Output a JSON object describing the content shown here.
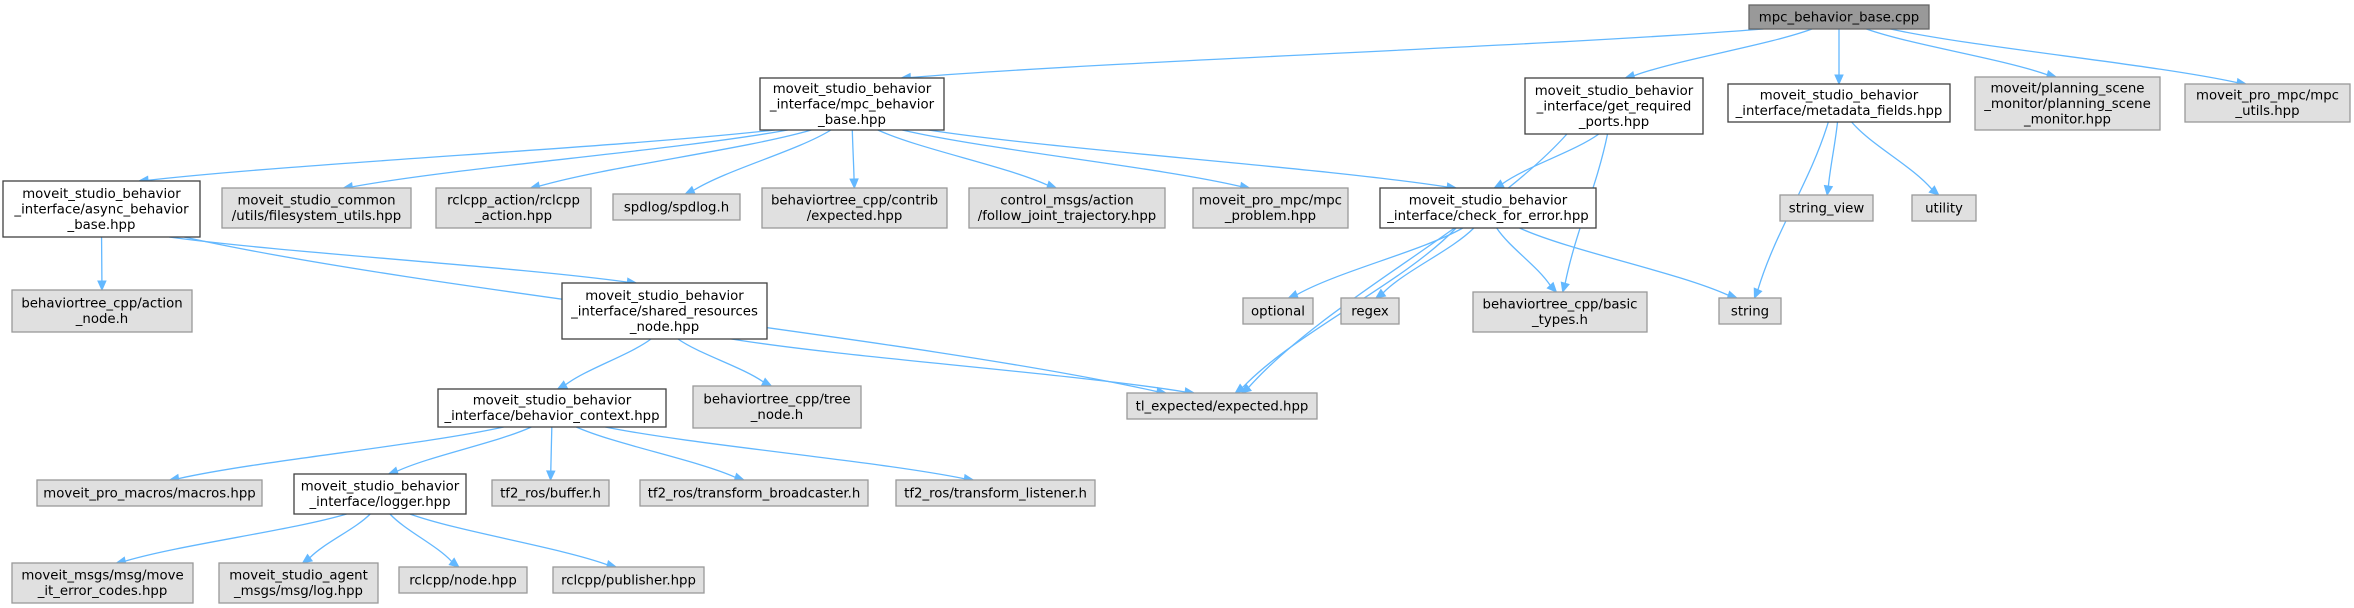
{
  "graph": {
    "colors": {
      "edge": "#63b8ff",
      "root_fill": "#999999",
      "internal_fill": "#ffffff",
      "external_fill": "#e0e0e0"
    },
    "nodes": [
      {
        "id": "root",
        "kind": "root",
        "lines": [
          "mpc_behavior_base.cpp"
        ]
      },
      {
        "id": "mpc_base_hpp",
        "kind": "int",
        "lines": [
          "moveit_studio_behavior",
          "_interface/mpc_behavior",
          "_base.hpp"
        ]
      },
      {
        "id": "get_required",
        "kind": "int",
        "lines": [
          "moveit_studio_behavior",
          "_interface/get_required",
          "_ports.hpp"
        ]
      },
      {
        "id": "metadata",
        "kind": "int",
        "lines": [
          "moveit_studio_behavior",
          "_interface/metadata_fields.hpp"
        ]
      },
      {
        "id": "planning_scene",
        "kind": "ext",
        "lines": [
          "moveit/planning_scene",
          "_monitor/planning_scene",
          "_monitor.hpp"
        ]
      },
      {
        "id": "mpc_utils",
        "kind": "ext",
        "lines": [
          "moveit_pro_mpc/mpc",
          "_utils.hpp"
        ]
      },
      {
        "id": "async",
        "kind": "int",
        "lines": [
          "moveit_studio_behavior",
          "_interface/async_behavior",
          "_base.hpp"
        ]
      },
      {
        "id": "filesystem",
        "kind": "ext",
        "lines": [
          "moveit_studio_common",
          "/utils/filesystem_utils.hpp"
        ]
      },
      {
        "id": "rclcpp_action",
        "kind": "ext",
        "lines": [
          "rclcpp_action/rclcpp",
          "_action.hpp"
        ]
      },
      {
        "id": "spdlog",
        "kind": "ext",
        "lines": [
          "spdlog/spdlog.h"
        ]
      },
      {
        "id": "bt_expected",
        "kind": "ext",
        "lines": [
          "behaviortree_cpp/contrib",
          "/expected.hpp"
        ]
      },
      {
        "id": "control_msgs",
        "kind": "ext",
        "lines": [
          "control_msgs/action",
          "/follow_joint_trajectory.hpp"
        ]
      },
      {
        "id": "mpc_problem",
        "kind": "ext",
        "lines": [
          "moveit_pro_mpc/mpc",
          "_problem.hpp"
        ]
      },
      {
        "id": "check_error",
        "kind": "int",
        "lines": [
          "moveit_studio_behavior",
          "_interface/check_for_error.hpp"
        ]
      },
      {
        "id": "string_view",
        "kind": "ext",
        "lines": [
          "string_view"
        ]
      },
      {
        "id": "utility",
        "kind": "ext",
        "lines": [
          "utility"
        ]
      },
      {
        "id": "action_node",
        "kind": "ext",
        "lines": [
          "behaviortree_cpp/action",
          "_node.h"
        ]
      },
      {
        "id": "shared_res",
        "kind": "int",
        "lines": [
          "moveit_studio_behavior",
          "_interface/shared_resources",
          "_node.hpp"
        ]
      },
      {
        "id": "optional",
        "kind": "ext",
        "lines": [
          "optional"
        ]
      },
      {
        "id": "regex",
        "kind": "ext",
        "lines": [
          "regex"
        ]
      },
      {
        "id": "basic_types",
        "kind": "ext",
        "lines": [
          "behaviortree_cpp/basic",
          "_types.h"
        ]
      },
      {
        "id": "string",
        "kind": "ext",
        "lines": [
          "string"
        ]
      },
      {
        "id": "behavior_ctx",
        "kind": "int",
        "lines": [
          "moveit_studio_behavior",
          "_interface/behavior_context.hpp"
        ]
      },
      {
        "id": "tree_node",
        "kind": "ext",
        "lines": [
          "behaviortree_cpp/tree",
          "_node.h"
        ]
      },
      {
        "id": "tl_expected",
        "kind": "ext",
        "lines": [
          "tl_expected/expected.hpp"
        ]
      },
      {
        "id": "macros",
        "kind": "ext",
        "lines": [
          "moveit_pro_macros/macros.hpp"
        ]
      },
      {
        "id": "logger",
        "kind": "int",
        "lines": [
          "moveit_studio_behavior",
          "_interface/logger.hpp"
        ]
      },
      {
        "id": "tf2_buffer",
        "kind": "ext",
        "lines": [
          "tf2_ros/buffer.h"
        ]
      },
      {
        "id": "tf2_broadcaster",
        "kind": "ext",
        "lines": [
          "tf2_ros/transform_broadcaster.h"
        ]
      },
      {
        "id": "tf2_listener",
        "kind": "ext",
        "lines": [
          "tf2_ros/transform_listener.h"
        ]
      },
      {
        "id": "move_it_error",
        "kind": "ext",
        "lines": [
          "moveit_msgs/msg/move",
          "_it_error_codes.hpp"
        ]
      },
      {
        "id": "agent_log",
        "kind": "ext",
        "lines": [
          "moveit_studio_agent",
          "_msgs/msg/log.hpp"
        ]
      },
      {
        "id": "rclcpp_node",
        "kind": "ext",
        "lines": [
          "rclcpp/node.hpp"
        ]
      },
      {
        "id": "rclcpp_pub",
        "kind": "ext",
        "lines": [
          "rclcpp/publisher.hpp"
        ]
      }
    ],
    "edges": [
      [
        "root",
        "mpc_base_hpp"
      ],
      [
        "root",
        "get_required"
      ],
      [
        "root",
        "metadata"
      ],
      [
        "root",
        "planning_scene"
      ],
      [
        "root",
        "mpc_utils"
      ],
      [
        "mpc_base_hpp",
        "async"
      ],
      [
        "mpc_base_hpp",
        "filesystem"
      ],
      [
        "mpc_base_hpp",
        "rclcpp_action"
      ],
      [
        "mpc_base_hpp",
        "spdlog"
      ],
      [
        "mpc_base_hpp",
        "bt_expected"
      ],
      [
        "mpc_base_hpp",
        "control_msgs"
      ],
      [
        "mpc_base_hpp",
        "mpc_problem"
      ],
      [
        "mpc_base_hpp",
        "check_error"
      ],
      [
        "get_required",
        "check_error"
      ],
      [
        "get_required",
        "basic_types"
      ],
      [
        "get_required",
        "tl_expected"
      ],
      [
        "metadata",
        "string_view"
      ],
      [
        "metadata",
        "utility"
      ],
      [
        "metadata",
        "string"
      ],
      [
        "async",
        "action_node"
      ],
      [
        "async",
        "shared_res"
      ],
      [
        "async",
        "tl_expected"
      ],
      [
        "check_error",
        "optional"
      ],
      [
        "check_error",
        "regex"
      ],
      [
        "check_error",
        "basic_types"
      ],
      [
        "check_error",
        "string"
      ],
      [
        "check_error",
        "tl_expected"
      ],
      [
        "shared_res",
        "behavior_ctx"
      ],
      [
        "shared_res",
        "tree_node"
      ],
      [
        "shared_res",
        "tl_expected"
      ],
      [
        "behavior_ctx",
        "macros"
      ],
      [
        "behavior_ctx",
        "logger"
      ],
      [
        "behavior_ctx",
        "tf2_buffer"
      ],
      [
        "behavior_ctx",
        "tf2_broadcaster"
      ],
      [
        "behavior_ctx",
        "tf2_listener"
      ],
      [
        "logger",
        "move_it_error"
      ],
      [
        "logger",
        "agent_log"
      ],
      [
        "logger",
        "rclcpp_node"
      ],
      [
        "logger",
        "rclcpp_pub"
      ]
    ]
  }
}
